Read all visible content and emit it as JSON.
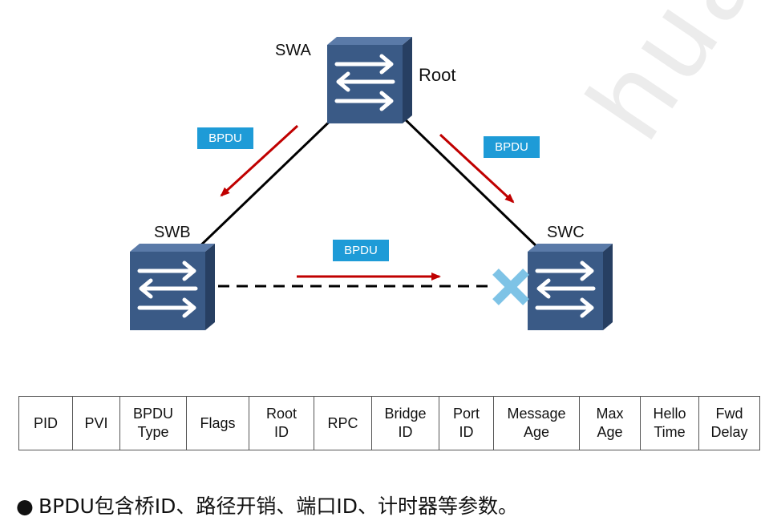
{
  "watermark": "huawei",
  "switches": [
    {
      "id": "swa",
      "name": "SWA",
      "role": "Root"
    },
    {
      "id": "swb",
      "name": "SWB"
    },
    {
      "id": "swc",
      "name": "SWC"
    }
  ],
  "bpdu_badges": [
    "BPDU",
    "BPDU",
    "BPDU"
  ],
  "colors": {
    "arrow": "#c00000",
    "badge": "#1e9bd7",
    "blocked_port": "#7ec3e6",
    "switch_front": "#3a5a86",
    "switch_side": "#273f62",
    "switch_top": "#5a7aa8"
  },
  "bpdu_fields": [
    "PID",
    "PVI",
    "BPDU\nType",
    "Flags",
    "Root\nID",
    "RPC",
    "Bridge\nID",
    "Port\nID",
    "Message\nAge",
    "Max\nAge",
    "Hello\nTime",
    "Fwd\nDelay"
  ],
  "bullet": "BPDU包含桥ID、路径开销、端口ID、计时器等参数。"
}
